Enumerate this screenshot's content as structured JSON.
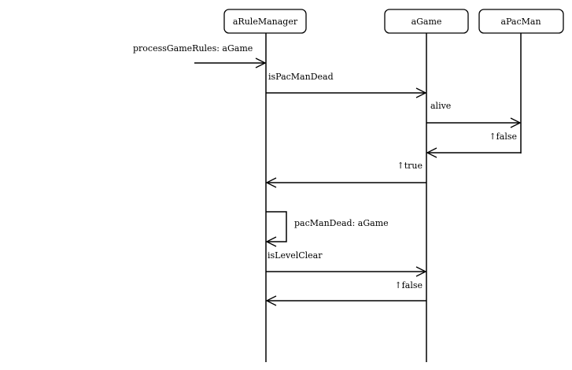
{
  "participants": [
    {
      "id": "rm",
      "name": "aRuleManager"
    },
    {
      "id": "game",
      "name": "aGame"
    },
    {
      "id": "pac",
      "name": "aPacMan"
    }
  ],
  "messages": {
    "m1": "processGameRules: aGame",
    "m2": "isPacManDead",
    "m3": "alive",
    "m4": "↑false",
    "m5": "↑true",
    "m6": "pacManDead: aGame",
    "m7": "isLevelClear",
    "m8": "↑false"
  },
  "colors": {
    "line": "#000000",
    "background": "#ffffff"
  }
}
